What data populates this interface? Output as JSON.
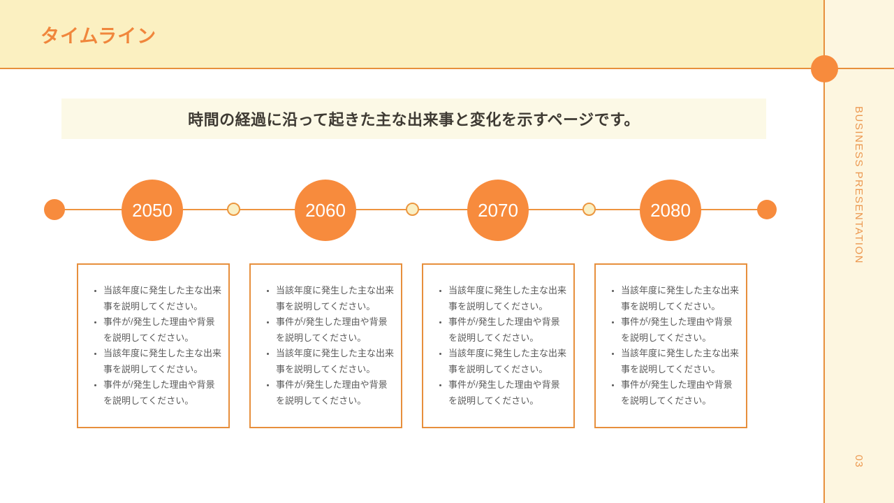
{
  "slide": {
    "title": "タイムライン",
    "subtitle": "時間の経過に沿って起きた主な出来事と変化を示すページです。",
    "sidebar": {
      "label": "BUSINESS PRESENTATION",
      "page_number": "03"
    },
    "timeline": {
      "milestones": [
        {
          "year": "2050",
          "bullets": [
            "当該年度に発生した主な出来事を説明してください。",
            "事件が/発生した理由や背景を説明してください。",
            "当該年度に発生した主な出来事を説明してください。",
            "事件が/発生した理由や背景を説明してください。"
          ]
        },
        {
          "year": "2060",
          "bullets": [
            "当該年度に発生した主な出来事を説明してください。",
            "事件が/発生した理由や背景を説明してください。",
            "当該年度に発生した主な出来事を説明してください。",
            "事件が/発生した理由や背景を説明してください。"
          ]
        },
        {
          "year": "2070",
          "bullets": [
            "当該年度に発生した主な出来事を説明してください。",
            "事件が/発生した理由や背景を説明してください。",
            "当該年度に発生した主な出来事を説明してください。",
            "事件が/発生した理由や背景を説明してください。"
          ]
        },
        {
          "year": "2080",
          "bullets": [
            "当該年度に発生した主な出来事を説明してください。",
            "事件が/発生した理由や背景を説明してください。",
            "当該年度に発生した主な出来事を説明してください。",
            "事件が/発生した理由や背景を説明してください。"
          ]
        }
      ]
    },
    "colors": {
      "header_bg": "#FBF0C1",
      "sidebar_bg": "#FDF6E0",
      "accent_line": "#E78F3C",
      "title_orange": "#F0863C",
      "circle_orange": "#F78B3D",
      "mid_dot_fill": "#FAEFC4",
      "subtitle_bg": "#FCF9E6",
      "subtitle_text": "#3E3A33",
      "body_text": "#5A5A5A"
    }
  }
}
